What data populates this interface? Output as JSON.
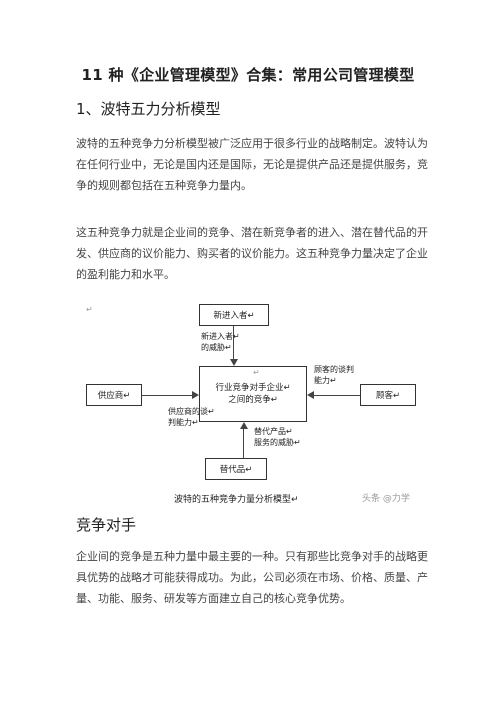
{
  "document": {
    "title": "11 种《企业管理模型》合集：常用公司管理模型",
    "section1_heading": "1、波特五力分析模型",
    "para1": "波特的五种竞争力分析模型被广泛应用于很多行业的战略制定。波特认为在任何行业中，无论是国内还是国际，无论是提供产品还是提供服务，竞争的规则都包括在五种竞争力量内。",
    "para2": "这五种竞争力就是企业间的竞争、潜在新竞争者的进入、潜在替代品的开发、供应商的议价能力、购买者的议价能力。这五种竞争力量决定了企业的盈利能力和水平。",
    "para_mark": "↵",
    "section2_heading": "竞争对手",
    "para3": "企业间的竞争是五种力量中最主要的一种。只有那些比竞争对手的战略更具优势的战略才可能获得成功。为此，公司必须在市场、价格、质量、产量、功能、服务、研发等方面建立自己的核心竞争优势。"
  },
  "diagram": {
    "new_entrants": "新进入者↵",
    "new_entrants_threat": "新进入者↵\n的威胁↵",
    "center": "行业竞争对手企业↵\n之间的竞争↵",
    "center_mark": "↵",
    "suppliers": "供应商↵",
    "suppliers_power": "供应商的谈↵\n判能力↵",
    "customers": "顾客↵",
    "customers_power": "顾客的谈判\n能力↵",
    "substitutes": "替代品↵",
    "substitutes_threat": "替代产品↵\n服务的威胁↵",
    "caption": "波特的五种竞争力量分析模型↵",
    "watermark": "头条 @力学"
  }
}
